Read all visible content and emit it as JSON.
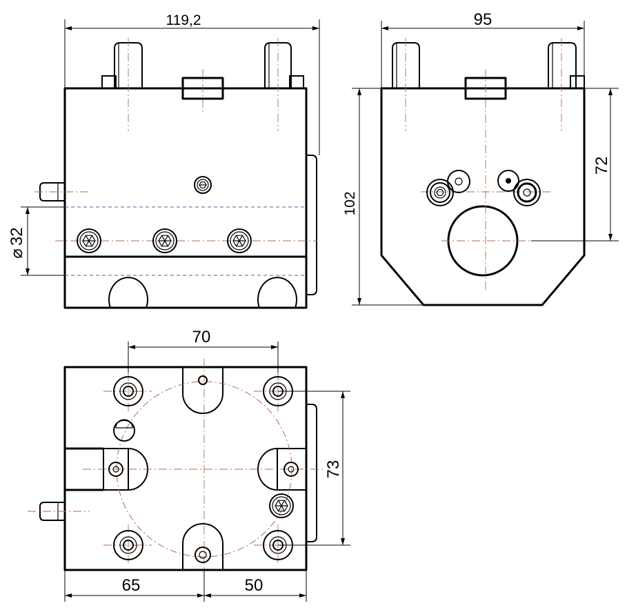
{
  "dimensions": {
    "front_width": "119,2",
    "side_width": "95",
    "side_height": "102",
    "side_bore_height": "72",
    "bore_diameter_symbol": "⌀",
    "bore_diameter": "32",
    "top_bolt_spacing": "70",
    "top_depth": "73",
    "top_left_length": "65",
    "top_right_length": "50"
  }
}
